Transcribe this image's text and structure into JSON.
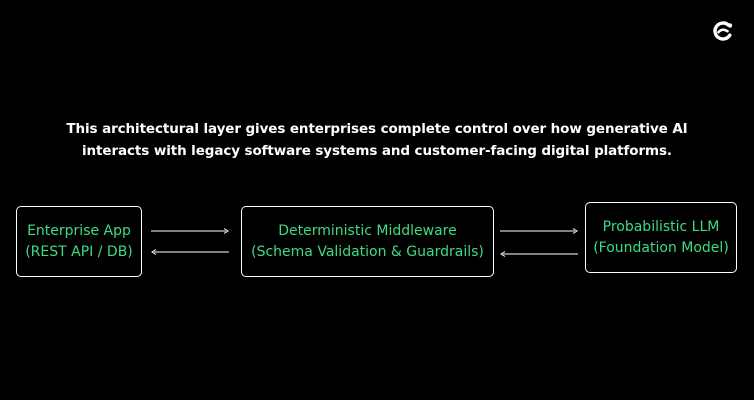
{
  "logo": {
    "icon": "brand-logo-icon"
  },
  "caption": {
    "line1": "This architectural layer gives enterprises complete control over how generative AI",
    "line2": "interacts with legacy software systems and customer-facing digital platforms."
  },
  "diagram": {
    "text_color": "#3ddc84",
    "border_color": "#ffffff",
    "nodes": [
      {
        "title": "Enterprise App",
        "subtitle": "(REST API / DB)"
      },
      {
        "title": "Deterministic Middleware",
        "subtitle": "(Schema Validation & Guardrails)"
      },
      {
        "title": "Probabilistic LLM",
        "subtitle": "(Foundation Model)"
      }
    ],
    "edges": [
      {
        "from": "Enterprise App",
        "to": "Deterministic Middleware",
        "icon": "arrow-right-icon"
      },
      {
        "from": "Deterministic Middleware",
        "to": "Enterprise App",
        "icon": "arrow-left-icon"
      },
      {
        "from": "Deterministic Middleware",
        "to": "Probabilistic LLM",
        "icon": "arrow-right-icon"
      },
      {
        "from": "Probabilistic LLM",
        "to": "Deterministic Middleware",
        "icon": "arrow-left-icon"
      }
    ]
  }
}
